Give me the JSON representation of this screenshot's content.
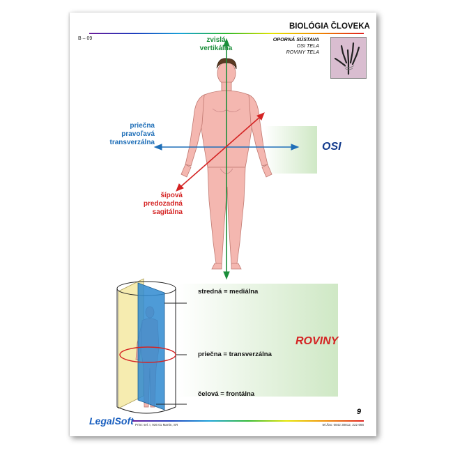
{
  "header": {
    "title": "BIOLÓGIA ČLOVEKA",
    "code": "B – 09",
    "subtitle_main": "OPORNÁ SÚSTAVA",
    "subtitle_1": "OSI TELA",
    "subtitle_2": "ROVINY TELA"
  },
  "axes": {
    "vertical_1": "zvislá",
    "vertical_2": "vertikálna",
    "transverse_1": "priečna",
    "transverse_2": "pravoľavá",
    "transverse_3": "transverzálna",
    "sagittal_1": "šípová",
    "sagittal_2": "predozadná",
    "sagittal_3": "sagitálna",
    "heading": "OSI"
  },
  "planes": {
    "median": "stredná = mediálna",
    "transverse": "priečna = transverzálna",
    "frontal": "čelová = frontálna",
    "heading": "ROVINY"
  },
  "footer": {
    "page_number": "9",
    "logo": "LegalSoft",
    "address": "Print: sel. I, 936 01 Martin, SR",
    "contact": "tel./fax: 0842 30812, 222 666"
  },
  "colors": {
    "vertical_axis": "#1b8e3a",
    "transverse_axis": "#1f6fb8",
    "sagittal_axis": "#d42323",
    "body_skin": "#f4b7b0"
  }
}
